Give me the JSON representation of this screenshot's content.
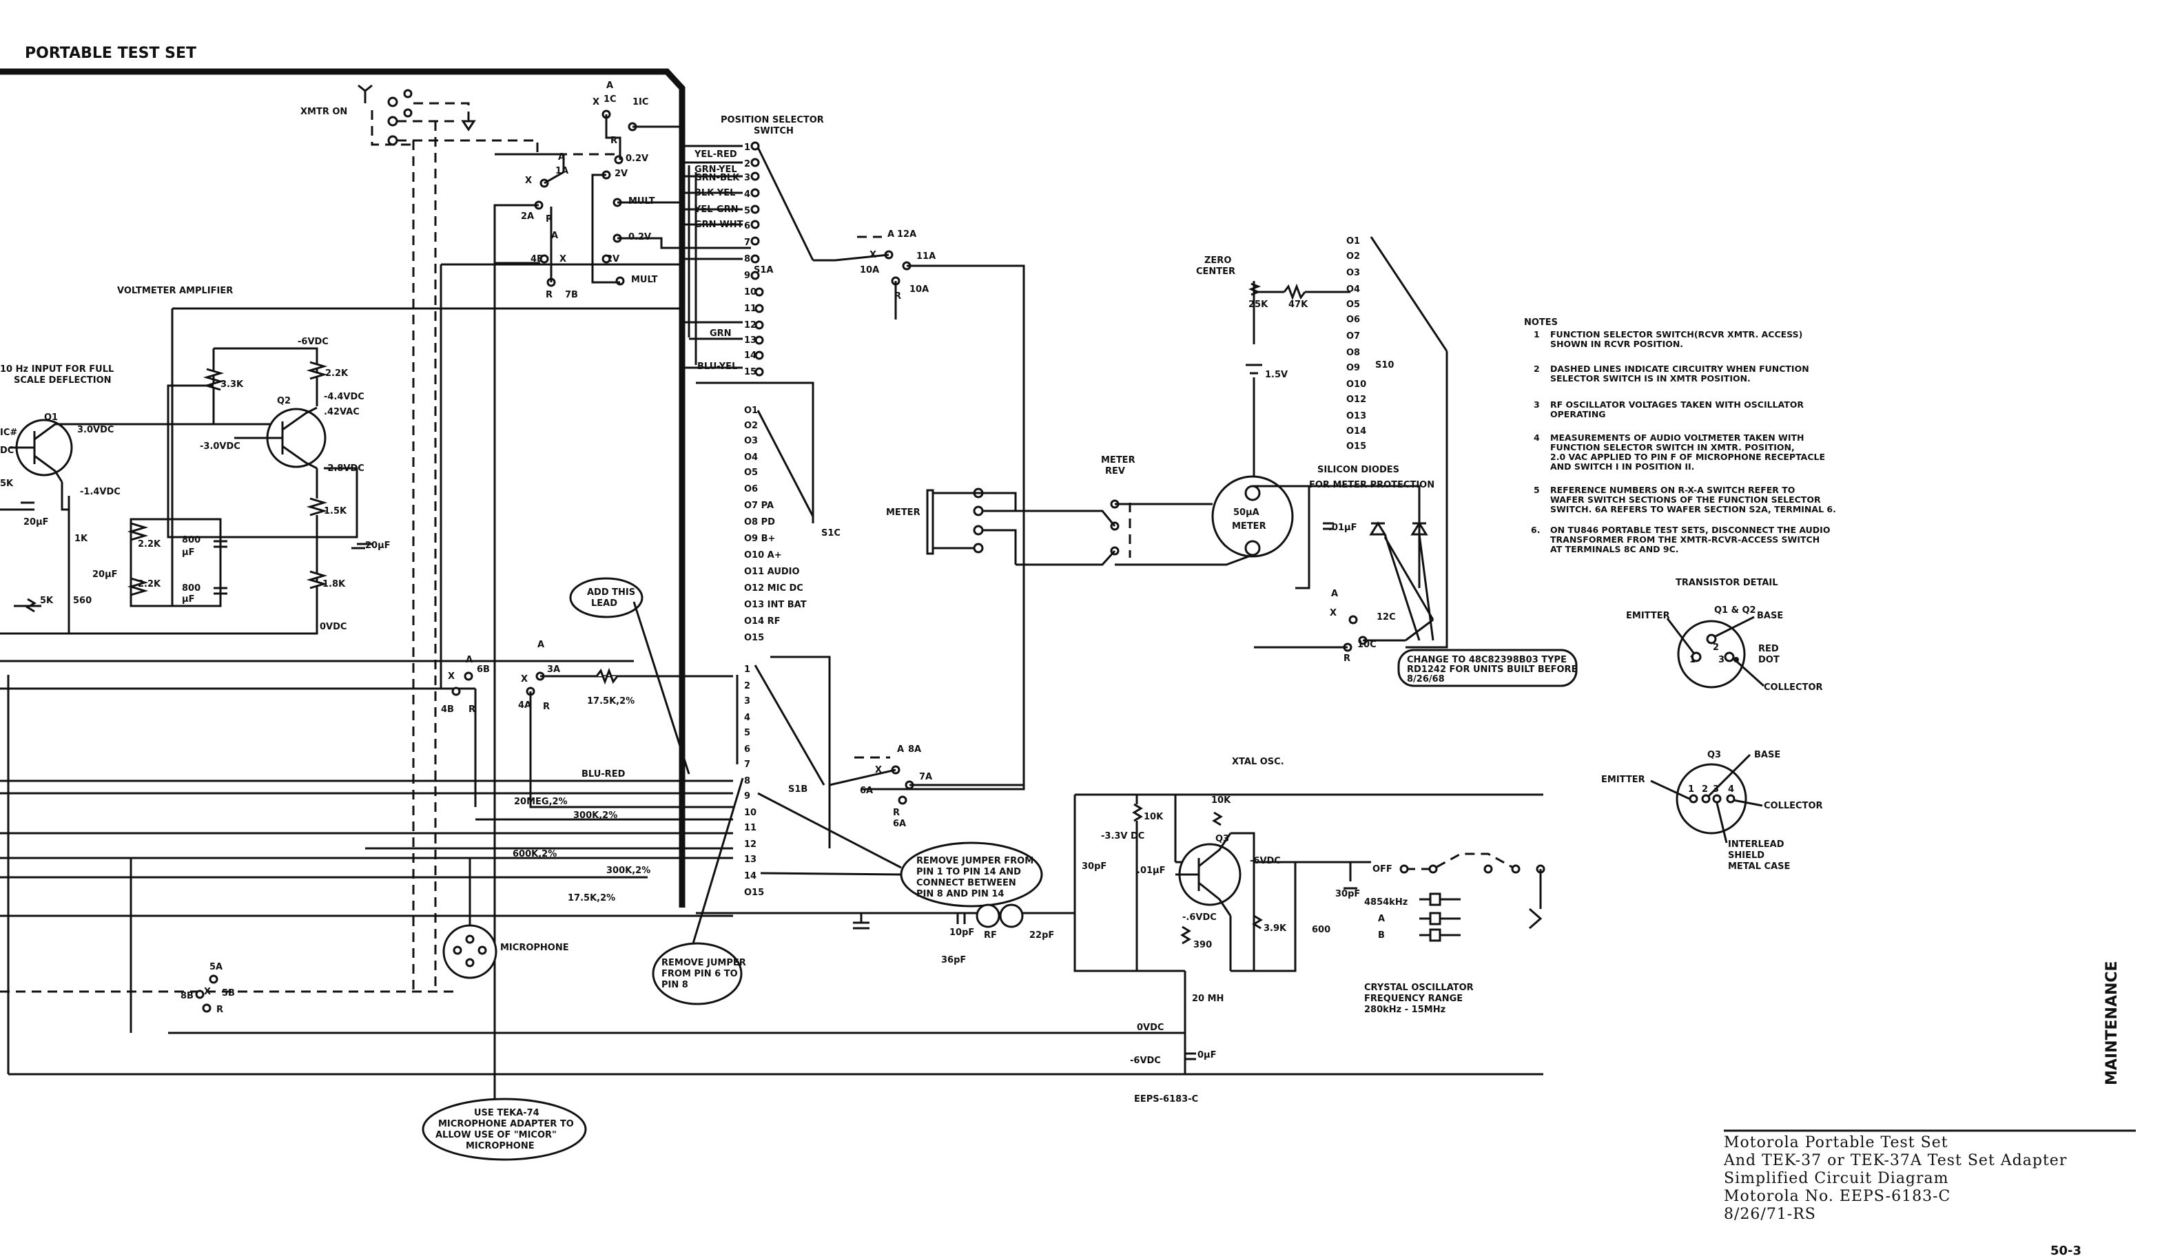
{
  "header": {
    "title": "PORTABLE TEST SET"
  },
  "side_label": "MAINTENANCE",
  "page_number": "50-3",
  "drawing_number": "EEPS-6183-C",
  "title_block": {
    "lines": [
      "Motorola Portable Test Set",
      "And TEK-37 or TEK-37A Test Set Adapter",
      "Simplified Circuit Diagram",
      "Motorola No. EEPS-6183-C",
      "8/26/71-RS"
    ]
  },
  "notes": {
    "heading": "NOTES",
    "items": [
      {
        "num": "1",
        "lines": [
          "FUNCTION SELECTOR SWITCH(RCVR XMTR. ACCESS)",
          "SHOWN IN RCVR POSITION."
        ]
      },
      {
        "num": "2",
        "lines": [
          "DASHED LINES INDICATE CIRCUITRY WHEN FUNCTION",
          "SELECTOR SWITCH IS IN XMTR POSITION."
        ]
      },
      {
        "num": "3",
        "lines": [
          "RF OSCILLATOR VOLTAGES TAKEN WITH OSCILLATOR",
          "OPERATING"
        ]
      },
      {
        "num": "4",
        "lines": [
          "MEASUREMENTS OF AUDIO VOLTMETER TAKEN WITH",
          "FUNCTION SELECTOR SWITCH IN XMTR. POSITION,",
          "2.0 VAC APPLIED TO PIN F OF MICROPHONE RECEPTACLE",
          "AND SWITCH I IN POSITION II."
        ]
      },
      {
        "num": "5",
        "lines": [
          "REFERENCE NUMBERS ON R-X-A SWITCH REFER TO",
          "WAFER SWITCH SECTIONS OF THE FUNCTION SELECTOR",
          "SWITCH. 6A REFERS TO WAFER SECTION S2A, TERMINAL 6."
        ]
      },
      {
        "num": "6.",
        "lines": [
          "ON TU846 PORTABLE TEST SETS, DISCONNECT THE AUDIO",
          "TRANSFORMER FROM THE XMTR-RCVR-ACCESS SWITCH",
          "AT TERMINALS 8C AND 9C."
        ]
      }
    ]
  },
  "transistor_detail": {
    "title": "TRANSISTOR DETAIL",
    "top": {
      "types": "Q1 & Q2",
      "emitter": "EMITTER",
      "base": "BASE",
      "collector": "COLLECTOR",
      "red_dot": [
        "RED",
        "DOT"
      ],
      "pins": [
        "1",
        "2",
        "3"
      ]
    },
    "bottom": {
      "types": "Q3",
      "emitter": "EMITTER",
      "base": "BASE",
      "collector": "COLLECTOR",
      "interlead": [
        "INTERLEAD",
        "SHIELD",
        "METAL CASE"
      ],
      "pins": [
        "1",
        "2",
        "3",
        "4"
      ]
    }
  },
  "labels": {
    "xmtr_on": "XMTR ON",
    "position_selector": [
      "POSITION SELECTOR",
      "SWITCH"
    ],
    "voltmeter_amplifier": "VOLTMETER AMPLIFIER",
    "input_note": [
      "10 Hz INPUT FOR FULL",
      "SCALE DEFLECTION"
    ],
    "q1": "Q1",
    "q2": "Q2",
    "q3": "Q3",
    "neg6vdc": "-6VDC",
    "v30vdc": "3.0VDC",
    "vneg30vdc": "-3.0VDC",
    "v14vdc": "-1.4VDC",
    "v44vdc": "-4.4VDC",
    "v42vac": ".42VAC",
    "v28vdc": "-2.8VDC",
    "v0vdc": "0VDC",
    "r33k": "3.3K",
    "r22k": "2.2K",
    "r15k": "1.5K",
    "r18k": "1.8K",
    "r1k": "1K",
    "r5k": "5K",
    "r560": "560",
    "c20uf": "20µF",
    "c800": "800",
    "uf": "µF",
    "wire_colors": [
      "YEL-RED",
      "GRN-YEL",
      "GRN-BLK",
      "BLK YEL",
      "YEL-GRN",
      "GRN-WHT",
      "GRN",
      "BLU-YEL",
      "BLU-RED"
    ],
    "s1c_terms": [
      "O1",
      "O2",
      "O3",
      "O4",
      "O5",
      "O6",
      "O7 PA",
      "O8 PD",
      "O9 B+",
      "O10 A+",
      "O11 AUDIO",
      "O12 MIC DC",
      "O13 INT BAT",
      "O14 RF",
      "O15"
    ],
    "s1a": "S1A",
    "s1c": "S1C",
    "s1b": "S1B",
    "s10": "S10",
    "v02": "0.2V",
    "v2": "2V",
    "mult": "MULT",
    "zero_center": [
      "ZERO",
      "CENTER"
    ],
    "r25k": "25K",
    "r47k": "47K",
    "b15v": "1.5V",
    "meter": "METER",
    "meter_rev": [
      "METER",
      "REV"
    ],
    "meter_50ua": [
      "50µA",
      "METER"
    ],
    "silicon_diodes": [
      "SILICON DIODES",
      "FOR METER PROTECTION"
    ],
    "c01uf": ".01µF",
    "change_note": [
      "CHANGE TO 48C82398B03 TYPE",
      "RD1242 FOR UNITS BUILT BEFORE",
      "8/26/68"
    ],
    "add_lead": [
      "ADD THIS",
      "LEAD"
    ],
    "r175k2": "17.5K,2%",
    "r20meg": "20MEG,2%",
    "r300k2": "300K,2%",
    "r600k2": "600K,2%",
    "remove_jumper_14": [
      "REMOVE JUMPER FROM",
      "PIN 1 TO PIN 14 AND",
      "CONNECT BETWEEN",
      "PIN 8 AND PIN 14"
    ],
    "remove_jumper_6": [
      "REMOVE JUMPER",
      "FROM PIN 6 TO",
      "PIN 8"
    ],
    "microphone": "MICROPHONE",
    "teka_note": [
      "USE TEKA-74",
      "MICROPHONE ADAPTER TO",
      "ALLOW USE OF \"MICOR\"",
      "MICROPHONE"
    ],
    "xtal_osc": "XTAL OSC.",
    "v33vdc": "-3.3V DC",
    "r10k": "10K",
    "c30pf": "30pF",
    "c01uf2": ".01µF",
    "v6vdc": "-.6VDC",
    "r390": "390",
    "l20mh": "20 MH",
    "r39k": "3.9K",
    "c600": "600",
    "c10pf": "10pF",
    "c36pf": "36pF",
    "rf": "RF",
    "c22pf": "22pF",
    "off": "OFF",
    "x4854": "4854kHz",
    "a": "A",
    "b": "B",
    "crystal_osc": [
      "CRYSTAL OSCILLATOR",
      "FREQUENCY RANGE",
      "280kHz - 15MHz"
    ],
    "neg6vdc_bus": "-6VDC",
    "vdc0_bus": "0VDC",
    "c0uf": "0µF"
  }
}
